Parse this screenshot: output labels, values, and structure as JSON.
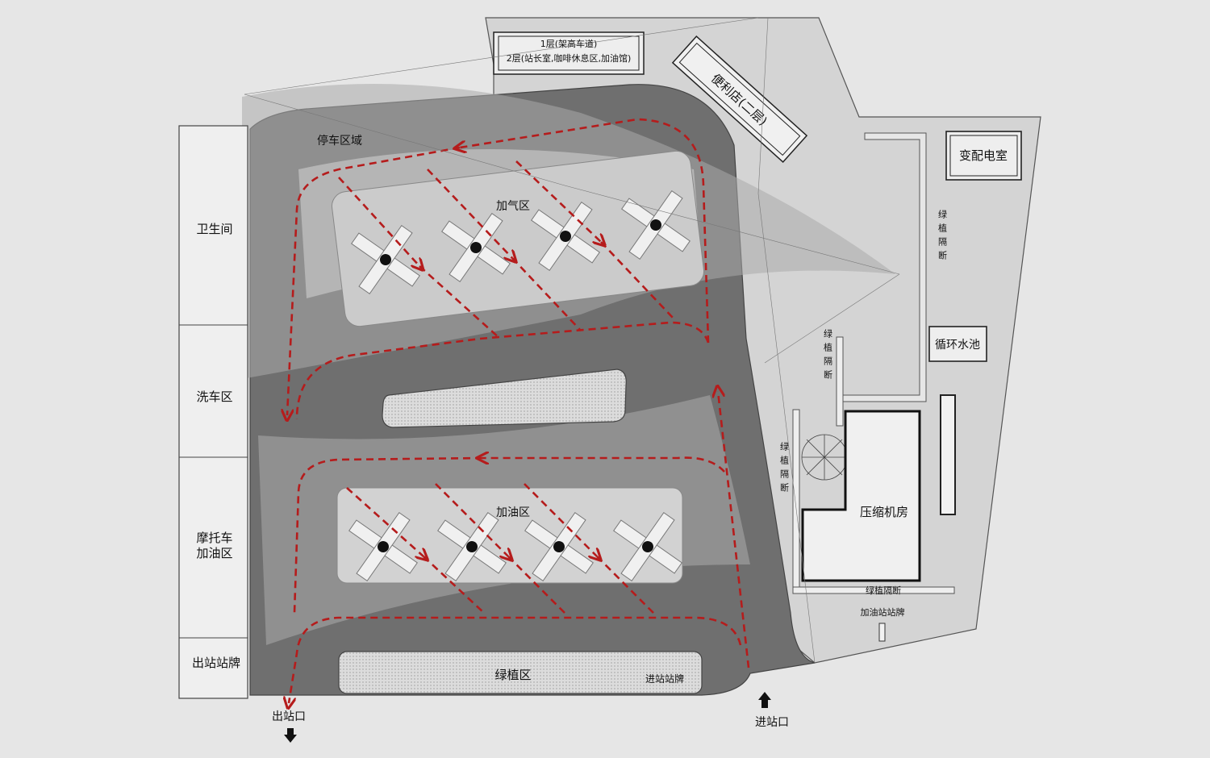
{
  "labels": {
    "restroom": "卫生间",
    "car_wash": "洗车区",
    "moto_fuel_line1": "摩托车",
    "moto_fuel_line2": "加油区",
    "exit_sign": "出站站牌",
    "exit": "出站口",
    "entrance": "进站口",
    "parking": "停车区域",
    "gas_zone": "加气区",
    "fuel_zone": "加油区",
    "green_zone": "绿植区",
    "entry_sign": "进站站牌",
    "store": "便利店(二层)",
    "floor1": "1层(架高车道)",
    "floor2": "2层(站长室,咖啡休息区,加油馆)",
    "substation": "变配电室",
    "green_sep_1": "绿植隔断",
    "green_sep_2": "绿植隔断",
    "green_sep_3": "绿植隔断",
    "green_sep_bottom": "绿植隔断",
    "pool": "循环水池",
    "compressor": "压缩机房",
    "station_sign": "加油站站牌"
  },
  "colors": {
    "background": "#e6e6e6",
    "route": "#b51c1c",
    "road": "#6d6d6d",
    "panel": "#c8c8c8"
  }
}
